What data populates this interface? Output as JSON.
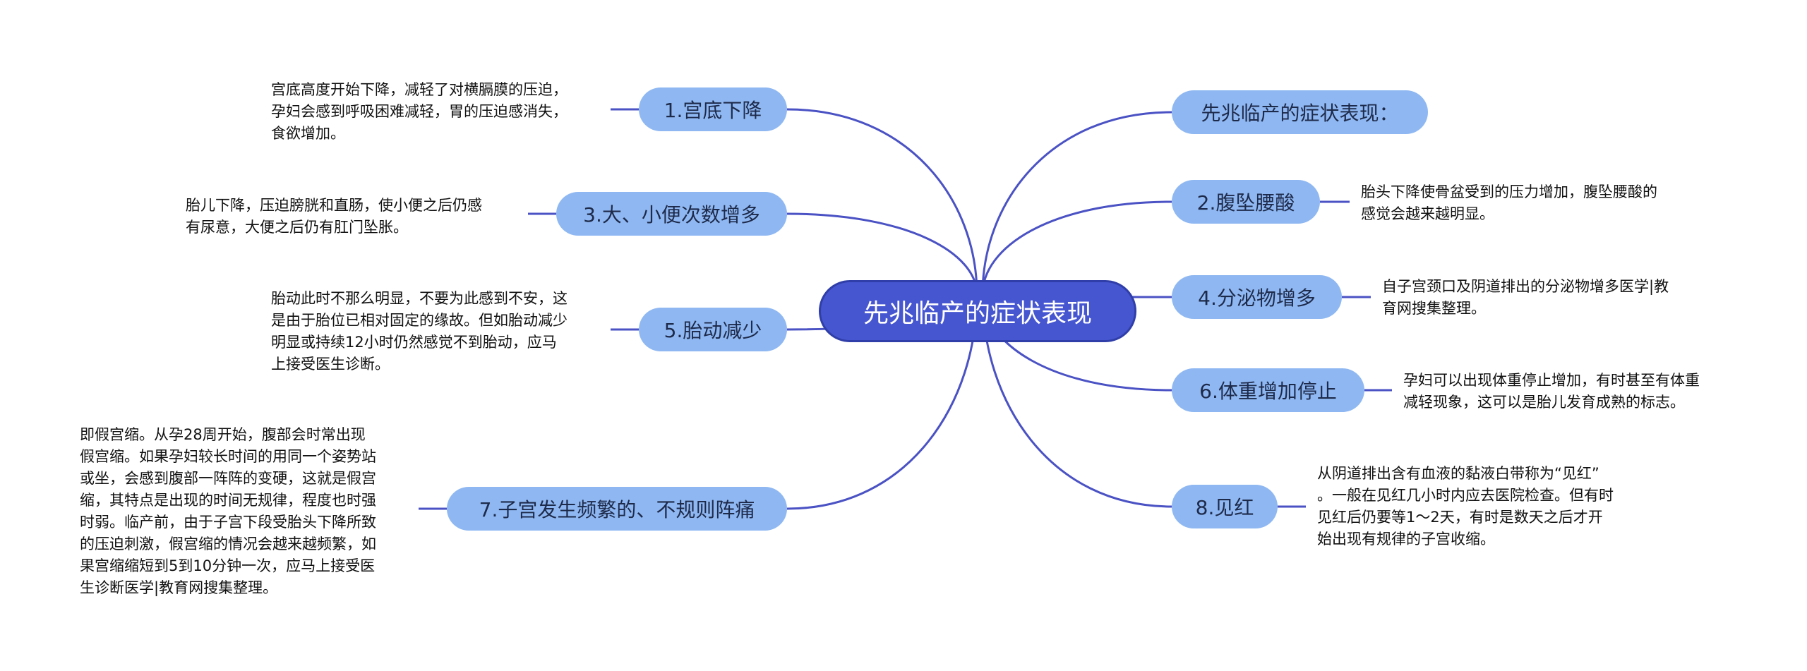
{
  "diagram": {
    "root": {
      "label": "先兆临产的症状表现"
    },
    "branches": [
      {
        "id": "b1",
        "label": "1.宫底下降",
        "desc": [
          "宫底高度开始下降，减轻了对横膈膜的压迫，",
          "孕妇会感到呼吸困难减轻，胃的压迫感消失，",
          "食欲增加。"
        ]
      },
      {
        "id": "b3",
        "label": "3.大、小便次数增多",
        "desc": [
          "胎儿下降，压迫膀胱和直肠，使小便之后仍感",
          "有尿意，大便之后仍有肛门坠胀。"
        ]
      },
      {
        "id": "b5",
        "label": "5.胎动减少",
        "desc": [
          "胎动此时不那么明显，不要为此感到不安，这",
          "是由于胎位已相对固定的缘故。但如胎动减少",
          "明显或持续12小时仍然感觉不到胎动，应马",
          "上接受医生诊断。"
        ]
      },
      {
        "id": "b7",
        "label": "7.子宫发生频繁的、不规则阵痛",
        "desc": [
          "即假宫缩。从孕28周开始，腹部会时常出现",
          "假宫缩。如果孕妇较长时间的用同一个姿势站",
          "或坐，会感到腹部一阵阵的变硬，这就是假宫",
          "缩，其特点是出现的时间无规律，程度也时强",
          "时弱。临产前，由于子宫下段受胎头下降所致",
          "的压迫刺激，假宫缩的情况会越来越频繁，如",
          "果宫缩缩短到5到10分钟一次，应马上接受医",
          "生诊断医学|教育网搜集整理。"
        ]
      },
      {
        "id": "b0",
        "label": "先兆临产的症状表现：",
        "desc": []
      },
      {
        "id": "b2",
        "label": "2.腹坠腰酸",
        "desc": [
          "胎头下降使骨盆受到的压力增加，腹坠腰酸的",
          "感觉会越来越明显。"
        ]
      },
      {
        "id": "b4",
        "label": "4.分泌物增多",
        "desc": [
          "自子宫颈口及阴道排出的分泌物增多医学|教",
          "育网搜集整理。"
        ]
      },
      {
        "id": "b6",
        "label": "6.体重增加停止",
        "desc": [
          "孕妇可以出现体重停止增加，有时甚至有体重",
          "减轻现象，这可以是胎儿发育成熟的标志。"
        ]
      },
      {
        "id": "b8",
        "label": "8.见红",
        "desc": [
          "从阴道排出含有血液的黏液白带称为“见红”",
          "。一般在见红几小时内应去医院检查。但有时",
          "见红后仍要等1～2天，有时是数天之后才开",
          "始出现有规律的子宫收缩。"
        ]
      }
    ]
  },
  "colors": {
    "root_fill": "#4656d0",
    "branch_fill": "#8fb8f2",
    "line": "#4a52c4",
    "desc_text": "#111111"
  }
}
